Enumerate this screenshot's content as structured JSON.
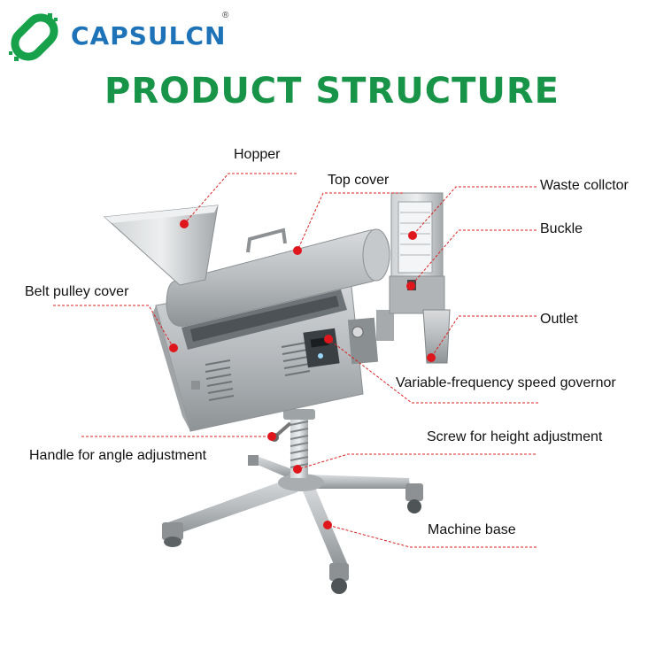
{
  "brand": {
    "name": "CAPSULCN",
    "registered_mark": "®",
    "color": "#1e73b8",
    "logo_color": "#17a14a"
  },
  "title": {
    "text": "PRODUCT STRUCTURE",
    "color": "#179447"
  },
  "callout_color": "#e0161d",
  "labels": {
    "hopper": "Hopper",
    "top_cover": "Top cover",
    "waste_collector": "Waste collctor",
    "buckle": "Buckle",
    "belt_pulley_cover": "Belt pulley cover",
    "outlet": "Outlet",
    "speed_governor": "Variable-frequency speed governor",
    "screw_height": "Screw for height adjustment",
    "handle_angle": "Handle for angle adjustment",
    "machine_base": "Machine base"
  }
}
